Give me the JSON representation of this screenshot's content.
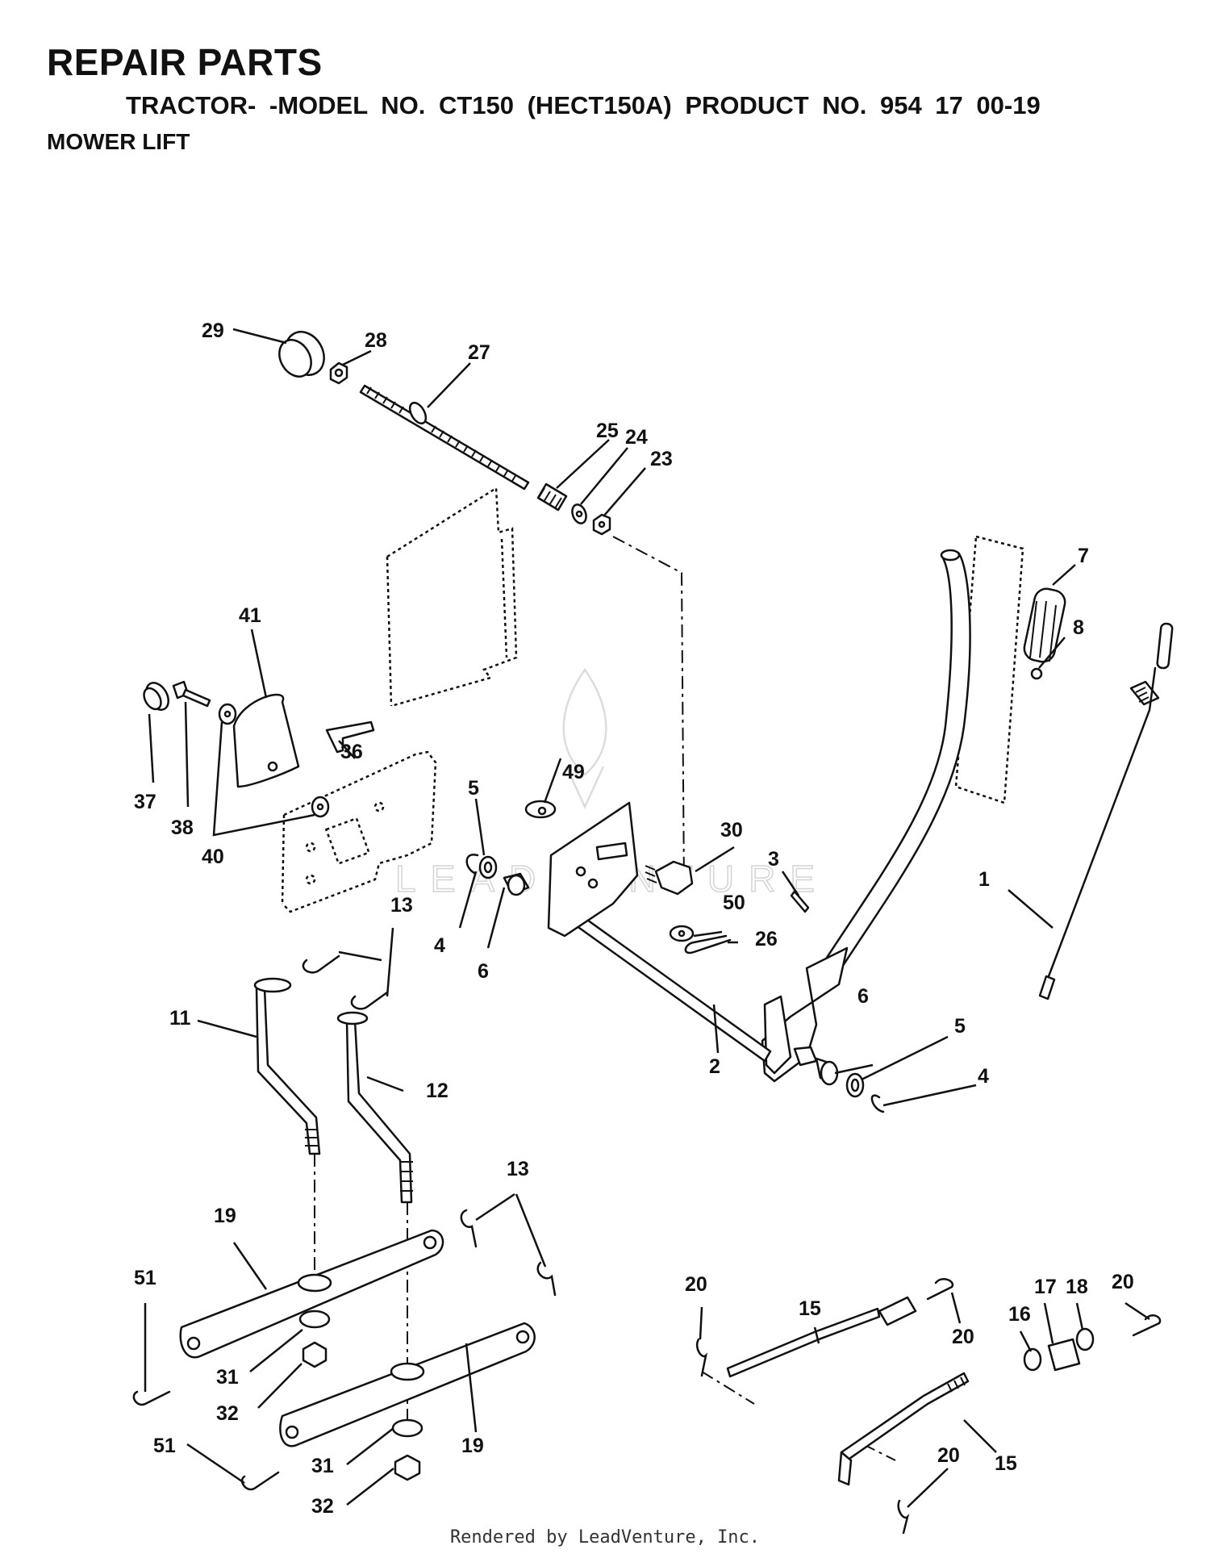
{
  "header": {
    "title": "REPAIR PARTS",
    "subtitle": "TRACTOR- -MODEL NO. CT150 (HECT150A) PRODUCT NO. 954 17 00-19",
    "section": "MOWER LIFT"
  },
  "watermark": "LEADVENTURE",
  "footer": "Rendered by LeadVenture, Inc.",
  "callouts": {
    "c29": "29",
    "c28": "28",
    "c27": "27",
    "c25": "25",
    "c24": "24",
    "c23": "23",
    "c7": "7",
    "c8": "8",
    "c41": "41",
    "c37": "37",
    "c38": "38",
    "c40": "40",
    "c36": "36",
    "c5a": "5",
    "c49": "49",
    "c30": "30",
    "c3": "3",
    "c1": "1",
    "c4a": "4",
    "c6a": "6",
    "c50": "50",
    "c26": "26",
    "c13a": "13",
    "c11": "11",
    "c12": "12",
    "c2": "2",
    "c6b": "6",
    "c5b": "5",
    "c4b": "4",
    "c13b": "13",
    "c19a": "19",
    "c51a": "51",
    "c31a": "31",
    "c32a": "32",
    "c19b": "19",
    "c51b": "51",
    "c31b": "31",
    "c32b": "32",
    "c20a": "20",
    "c15a": "15",
    "c20b": "20",
    "c16": "16",
    "c17": "17",
    "c18": "18",
    "c20c": "20",
    "c20d": "20",
    "c15b": "15"
  }
}
